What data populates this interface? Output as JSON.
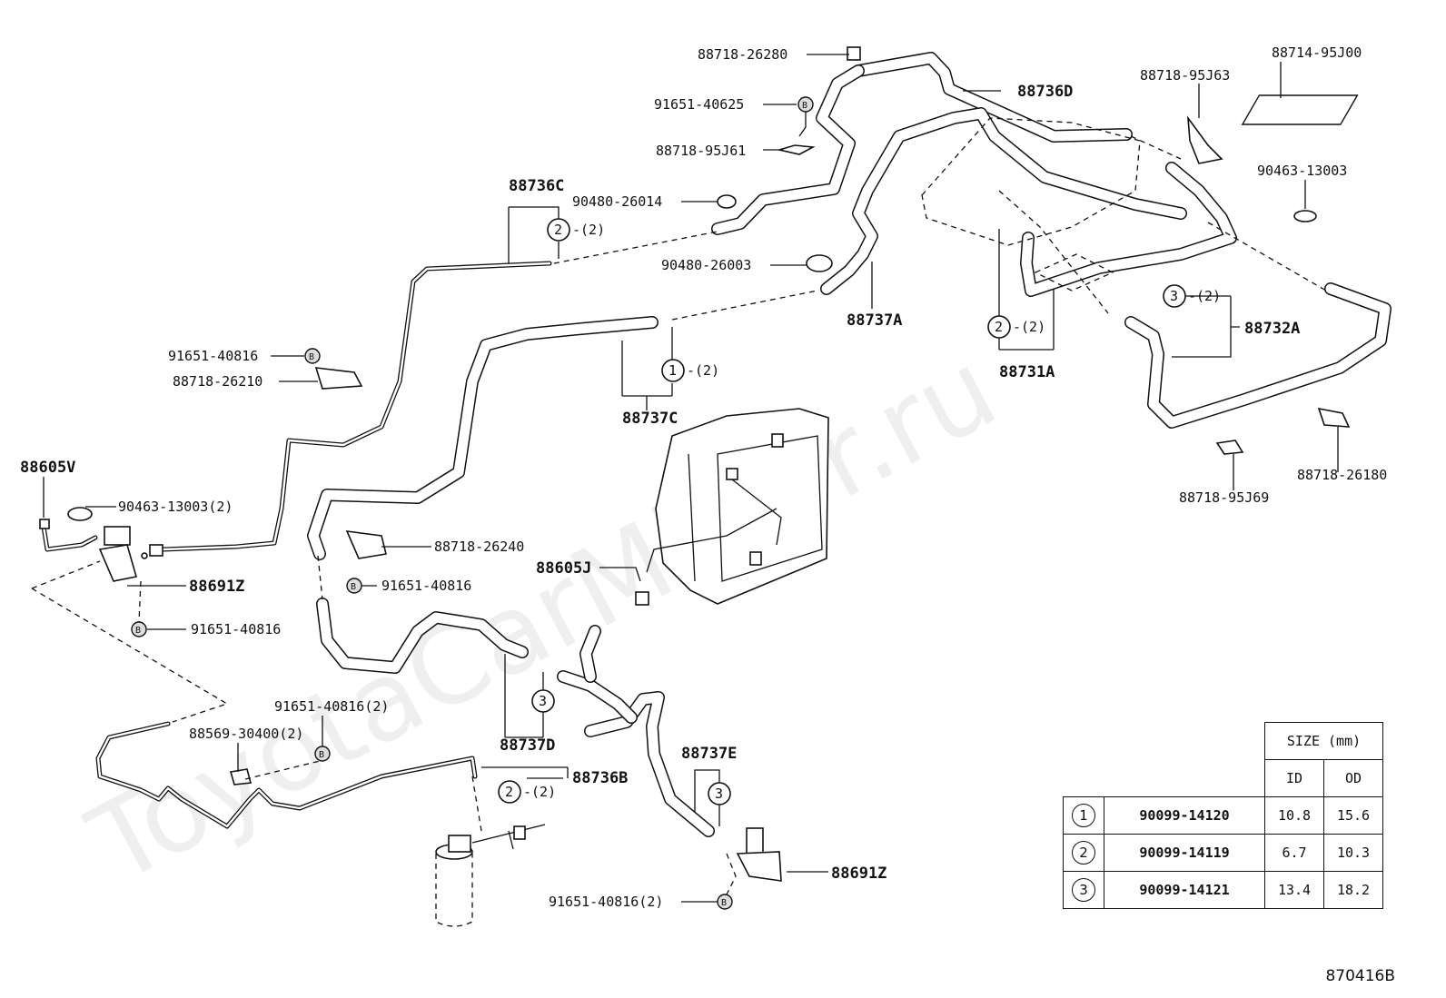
{
  "watermark": "ToyotaCarMirror.ru",
  "reference_code": "870416B",
  "labels": {
    "p88718_26280": "88718-26280",
    "p91651_40625": "91651-40625",
    "p88718_95J61": "88718-95J61",
    "p88736C": "88736C",
    "p90480_26014": "90480-26014",
    "p90480_26003": "90480-26003",
    "p88736D": "88736D",
    "p88714_95J00": "88714-95J00",
    "p88718_95J63": "88718-95J63",
    "p90463_13003": "90463-13003",
    "p88737A": "88737A",
    "p88732A": "88732A",
    "p88731A": "88731A",
    "p91651_40816_a": "91651-40816",
    "p88718_26210": "88718-26210",
    "p88737C": "88737C",
    "p88605V": "88605V",
    "p90463_13003_2": "90463-13003(2)",
    "p88718_26240": "88718-26240",
    "p91651_40816_b": "91651-40816",
    "p88691Z_a": "88691Z",
    "p91651_40816_c": "91651-40816",
    "p88605J": "88605J",
    "p88718_26180": "88718-26180",
    "p88718_95J69": "88718-95J69",
    "p91651_40816_2a": "91651-40816(2)",
    "p88569_30400_2": "88569-30400(2)",
    "p88737D": "88737D",
    "p88736B": "88736B",
    "p88737E": "88737E",
    "p88691Z_b": "88691Z",
    "p91651_40816_2b": "91651-40816(2)"
  },
  "markers": {
    "one": "1",
    "two": "2",
    "three": "3",
    "qty2": "-(2)",
    "bolt": "B"
  },
  "size_table": {
    "title": "SIZE (mm)",
    "col_id": "ID",
    "col_od": "OD",
    "rows": [
      {
        "key": "1",
        "part": "90099-14120",
        "id": "10.8",
        "od": "15.6"
      },
      {
        "key": "2",
        "part": "90099-14119",
        "id": "6.7",
        "od": "10.3"
      },
      {
        "key": "3",
        "part": "90099-14121",
        "id": "13.4",
        "od": "18.2"
      }
    ]
  }
}
